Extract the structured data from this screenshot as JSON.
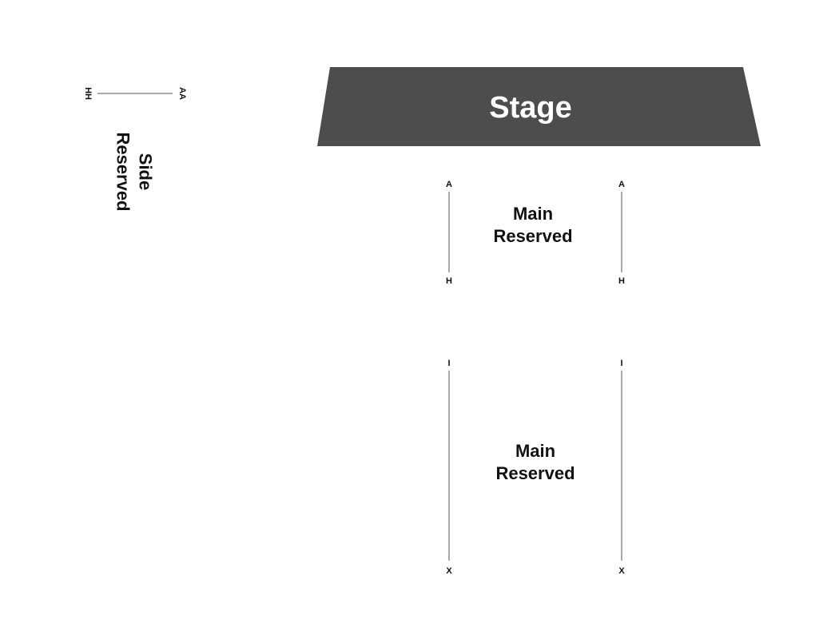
{
  "stage": {
    "label": "Stage",
    "color": "#4d4d4d"
  },
  "side_section": {
    "label_line1": "Side",
    "label_line2": "Reserved",
    "row_start": "AA",
    "row_end": "HH"
  },
  "main_front": {
    "label_line1": "Main",
    "label_line2": "Reserved",
    "left_row_start": "A",
    "left_row_end": "H",
    "right_row_start": "A",
    "right_row_end": "H"
  },
  "main_rear": {
    "label_line1": "Main",
    "label_line2": "Reserved",
    "left_row_start": "I",
    "left_row_end": "X",
    "right_row_start": "I",
    "right_row_end": "X"
  }
}
